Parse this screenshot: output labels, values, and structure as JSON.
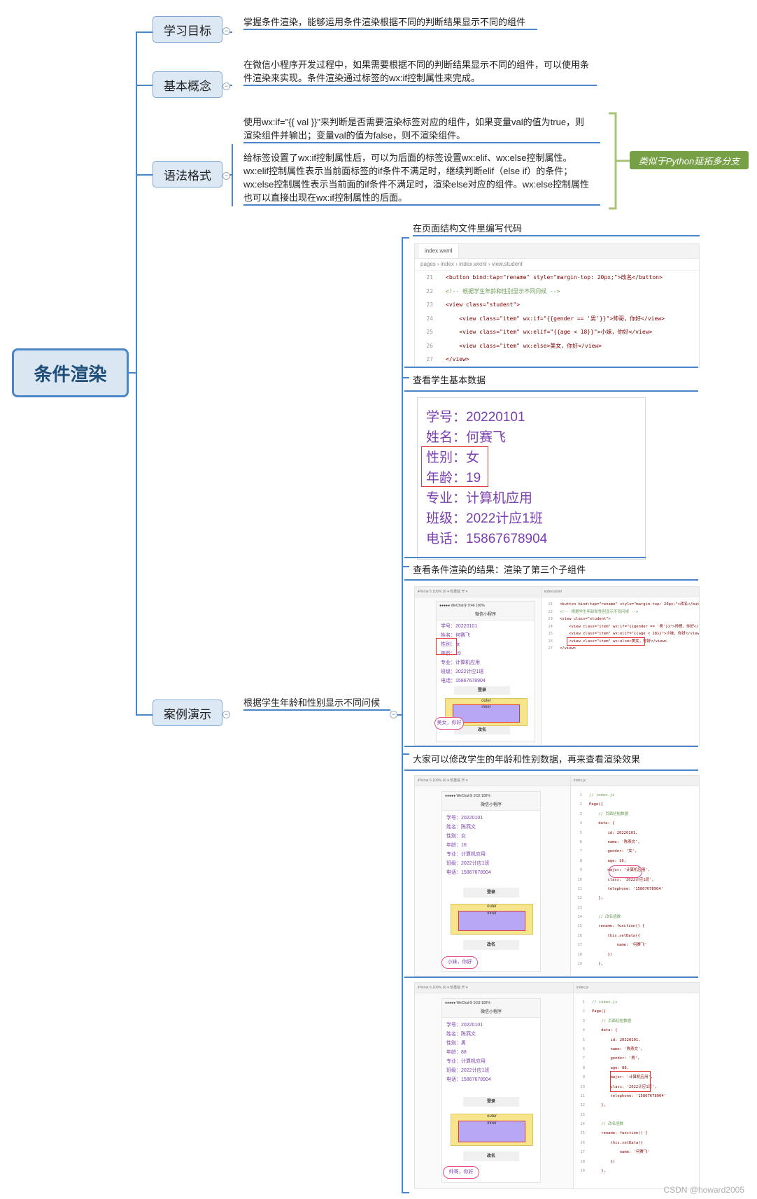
{
  "root": {
    "label": "条件渲染"
  },
  "branches": [
    {
      "label": "学习目标"
    },
    {
      "label": "基本概念"
    },
    {
      "label": "语法格式"
    },
    {
      "label": "案例演示"
    }
  ],
  "goal_text": "掌握条件渲染，能够运用条件渲染根据不同的判断结果显示不同的组件",
  "concept_text": [
    "在微信小程序开发过程中，如果需要根据不同的判断结果显示不同的组件，可以使用条",
    "件渲染来实现。条件渲染通过标签的wx:if控制属性来完成。"
  ],
  "syntax_text_1": [
    "使用wx:if=\"{{ val }}\"来判断是否需要渲染标签对应的组件，如果变量val的值为true，则",
    "渲染组件并输出；变量val的值为false，则不渲染组件。"
  ],
  "syntax_text_2": [
    "给标签设置了wx:if控制属性后，可以为后面的标签设置wx:elif、wx:else控制属性。",
    "wx:elif控制属性表示当前面标签的if条件不满足时，继续判断elif（else if）的条件；",
    "wx:else控制属性表示当前面的if条件不满足时，渲染else对应的组件。wx:else控制属性",
    "也可以直接出现在wx:if控制属性的后面。"
  ],
  "callout": "类似于Python延拓多分支",
  "case_topic": "根据学生年龄和性别显示不同问候",
  "steps": [
    "在页面结构文件里编写代码",
    "查看学生基本数据",
    "查看条件渲染的结果：渲染了第三个子组件",
    "大家可以修改学生的年龄和性别数据，再来查看渲染效果"
  ],
  "code_panel": {
    "tab": "index.wxml",
    "breadcrumb": "pages › index › index.wxml › view.student",
    "lines": [
      {
        "n": "21",
        "t": "<button bind:tap=\"rename\" style=\"margin-top: 20px;\">改名</button>"
      },
      {
        "n": "22",
        "t": "<!-- 根据学生年龄和性别显示不同问候 -->"
      },
      {
        "n": "23",
        "t": "<view class=\"student\">"
      },
      {
        "n": "24",
        "t": "    <view class=\"item\" wx:if=\"{{gender == '男'}}\">帅哥，你好</view>"
      },
      {
        "n": "25",
        "t": "    <view class=\"item\" wx:elif=\"{{age < 18}}\">小妹，你好</view>"
      },
      {
        "n": "26",
        "t": "    <view class=\"item\" wx:else>美女，你好</view>"
      },
      {
        "n": "27",
        "t": "</view>"
      }
    ]
  },
  "student_info": [
    "学号：20220101",
    "姓名：何赛飞",
    "性别：女",
    "年龄：19",
    "专业：计算机应用",
    "班级：2022计应1班",
    "电话：15867678904"
  ],
  "shots": [
    {
      "toolbar": "iPhone 6 100% 16 ▾   热重载 开 ▾",
      "status": "●●●●● WeChat令   9:46   100%",
      "title": "微信小程序",
      "info": [
        "学号：20220101",
        "姓名：何赛飞",
        "性别：女",
        "年龄：19",
        "专业：计算机应用",
        "班级：2022计应1班",
        "电话：15867678904"
      ],
      "login": "登录",
      "outer": "outer",
      "inner": "inner",
      "rename": "改名",
      "greeting": "美女，你好",
      "code_tab": "index.wxml",
      "code": [
        {
          "n": "21",
          "t": "<button bind:tap=\"rename\" style=\"margin-top: 20px;\">改名</button>"
        },
        {
          "n": "22",
          "t": "<!-- 根据学生年龄和性别显示不同问候 -->"
        },
        {
          "n": "23",
          "t": "<view class=\"student\">"
        },
        {
          "n": "24",
          "t": "    <view class=\"item\" wx:if=\"{{gender == '男'}}\">帅哥，你好</view>"
        },
        {
          "n": "25",
          "t": "    <view class=\"item\" wx:elif=\"{{age < 18}}\">小妹，你好</view>"
        },
        {
          "n": "26",
          "t": "    <view class=\"item\" wx:else>美女，你好</view>"
        },
        {
          "n": "27",
          "t": "</view>"
        }
      ]
    },
    {
      "toolbar": "iPhone 6 100% 16 ▾   热重载 开 ▾",
      "status": "●●●●● WeChat令   9:52   100%",
      "title": "微信小程序",
      "info": [
        "学号：20220101",
        "姓名：陈燕文",
        "性别：女",
        "年龄：16",
        "专业：计算机应用",
        "班级：2022计应1班",
        "电话：15867678904"
      ],
      "login": "登录",
      "outer": "outer",
      "inner": "inner",
      "rename": "改名",
      "greeting": "小妹，你好",
      "code_tab": "index.js",
      "code": [
        {
          "n": "1",
          "t": "// index.js"
        },
        {
          "n": "2",
          "t": "Page({"
        },
        {
          "n": "3",
          "t": "    // 页面初始数据"
        },
        {
          "n": "4",
          "t": "    data: {"
        },
        {
          "n": "5",
          "t": "        id: 20220101,"
        },
        {
          "n": "6",
          "t": "        name: '陈燕文',"
        },
        {
          "n": "7",
          "t": "        gender: '女',"
        },
        {
          "n": "8",
          "t": "        age: 16,"
        },
        {
          "n": "9",
          "t": "        major: '计算机应用',"
        },
        {
          "n": "10",
          "t": "        class: '2022计应1班',"
        },
        {
          "n": "11",
          "t": "        telephone: '15867678904'"
        },
        {
          "n": "12",
          "t": "    },"
        },
        {
          "n": "13",
          "t": ""
        },
        {
          "n": "14",
          "t": "    // 改名函数"
        },
        {
          "n": "15",
          "t": "    rename: function() {"
        },
        {
          "n": "16",
          "t": "        this.setData({"
        },
        {
          "n": "17",
          "t": "            name: '何赛飞'"
        },
        {
          "n": "18",
          "t": "        })"
        },
        {
          "n": "19",
          "t": "    },"
        }
      ]
    },
    {
      "toolbar": "iPhone 6 100% 16 ▾   热重载 开 ▾",
      "status": "●●●●● WeChat令   9:53   100%",
      "title": "微信小程序",
      "info": [
        "学号：20220101",
        "姓名：陈燕文",
        "性别：男",
        "年龄：88",
        "专业：计算机应用",
        "班级：2022计应1班",
        "电话：15867678904"
      ],
      "login": "登录",
      "outer": "outer",
      "inner": "inner",
      "rename": "改名",
      "greeting": "帅哥，你好",
      "code_tab": "index.js",
      "code": [
        {
          "n": "1",
          "t": "// index.js"
        },
        {
          "n": "2",
          "t": "Page({"
        },
        {
          "n": "3",
          "t": "    // 页面初始数据"
        },
        {
          "n": "4",
          "t": "    data: {"
        },
        {
          "n": "5",
          "t": "        id: 20220101,"
        },
        {
          "n": "6",
          "t": "        name: '陈燕文',"
        },
        {
          "n": "7",
          "t": "        gender: '男',"
        },
        {
          "n": "8",
          "t": "        age: 88,"
        },
        {
          "n": "9",
          "t": "        major: '计算机应用',"
        },
        {
          "n": "10",
          "t": "        class: '2022计应1班',"
        },
        {
          "n": "11",
          "t": "        telephone: '15867678904'"
        },
        {
          "n": "12",
          "t": "    },"
        },
        {
          "n": "13",
          "t": ""
        },
        {
          "n": "14",
          "t": "    // 改名函数"
        },
        {
          "n": "15",
          "t": "    rename: function() {"
        },
        {
          "n": "16",
          "t": "        this.setData({"
        },
        {
          "n": "17",
          "t": "            name: '何赛飞'"
        },
        {
          "n": "18",
          "t": "        })"
        },
        {
          "n": "19",
          "t": "    },"
        }
      ]
    }
  ],
  "watermark": "CSDN @howard2005",
  "colors": {
    "accent": "#4a86c8",
    "purple_text": "#7b3fb0",
    "callout_green": "#77a046",
    "highlight_red": "#e53935"
  }
}
